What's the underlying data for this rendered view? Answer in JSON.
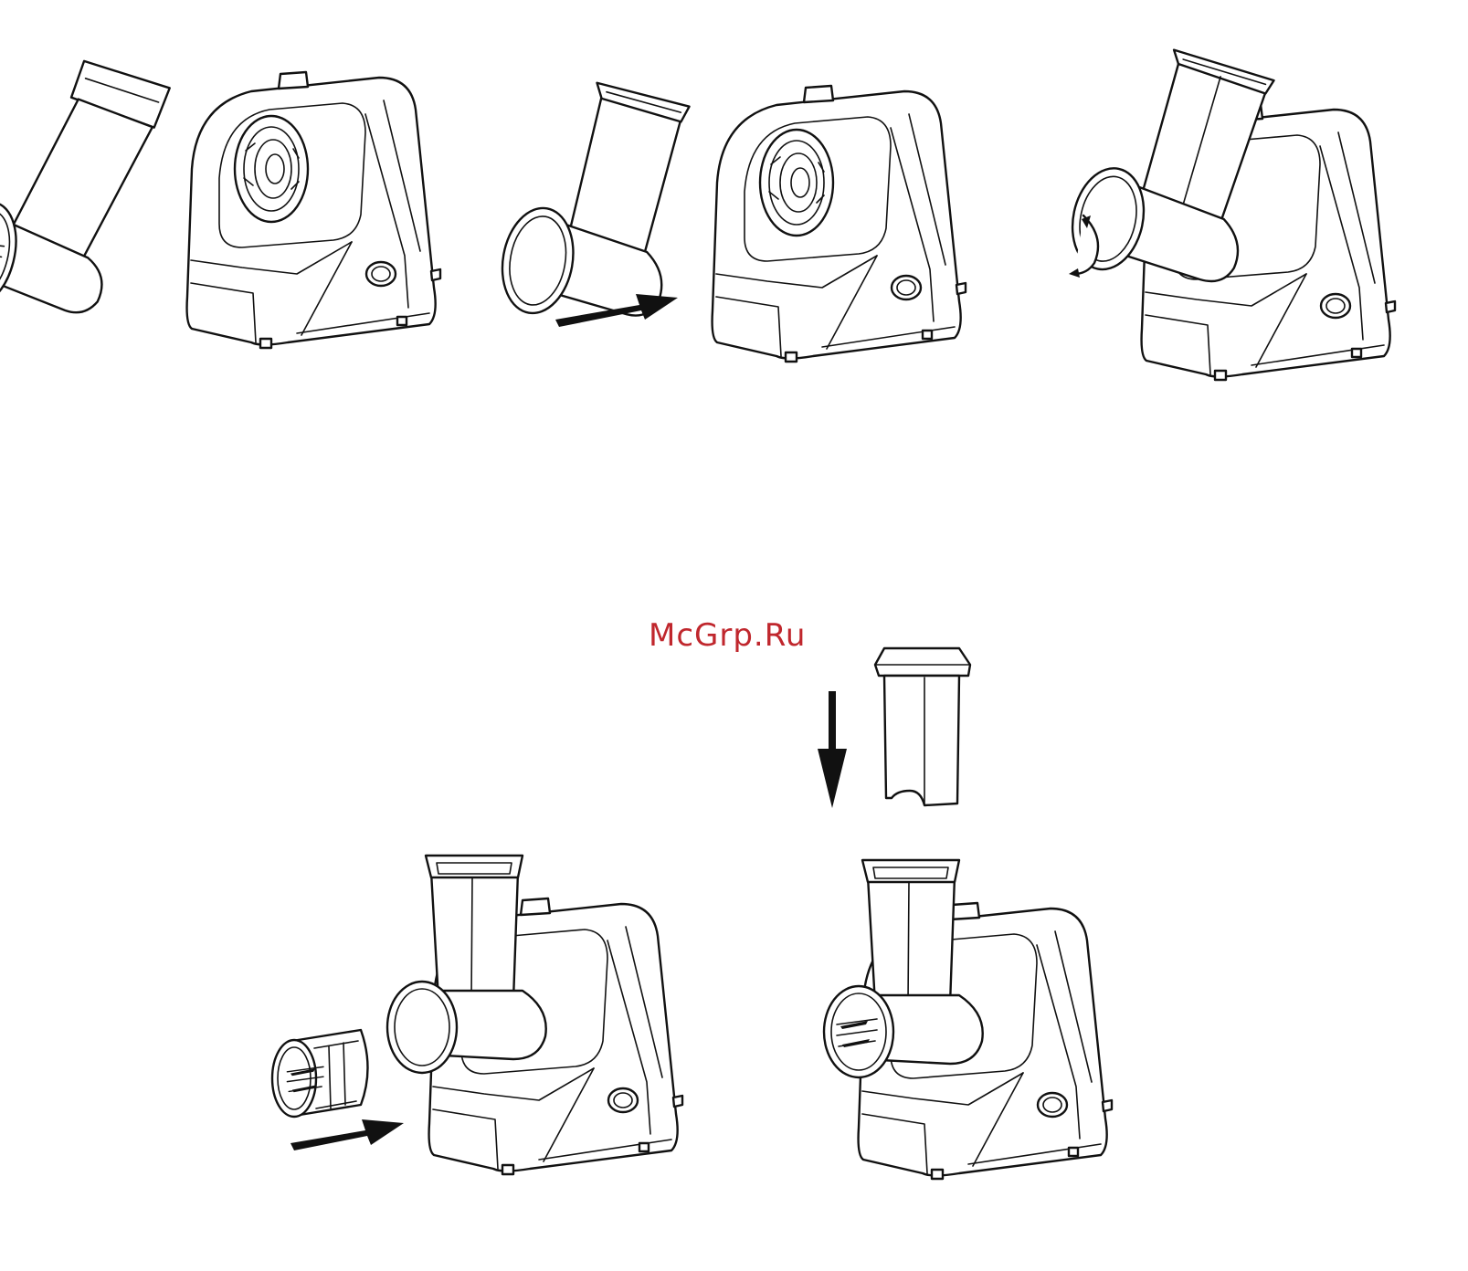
{
  "watermark": {
    "text": "McGrp.Ru",
    "color": "#c0272d"
  },
  "colors": {
    "line": "#111111",
    "background": "#ffffff"
  },
  "icons": {
    "arrow_right": "arrow-right-icon",
    "arrow_down": "arrow-down-icon",
    "rotate": "rotate-arrow-icon",
    "logo": "brand-logo-icon"
  },
  "steps": [
    {
      "id": 1,
      "action": "feed-tube-beside-motor-base"
    },
    {
      "id": 2,
      "action": "insert-feed-tube-into-motor-base"
    },
    {
      "id": 3,
      "action": "rotate-feed-tube-to-lock"
    },
    {
      "id": 4,
      "action": "insert-grating-drum-into-feed-tube"
    },
    {
      "id": 5,
      "action": "insert-pusher-into-feed-tube"
    }
  ]
}
